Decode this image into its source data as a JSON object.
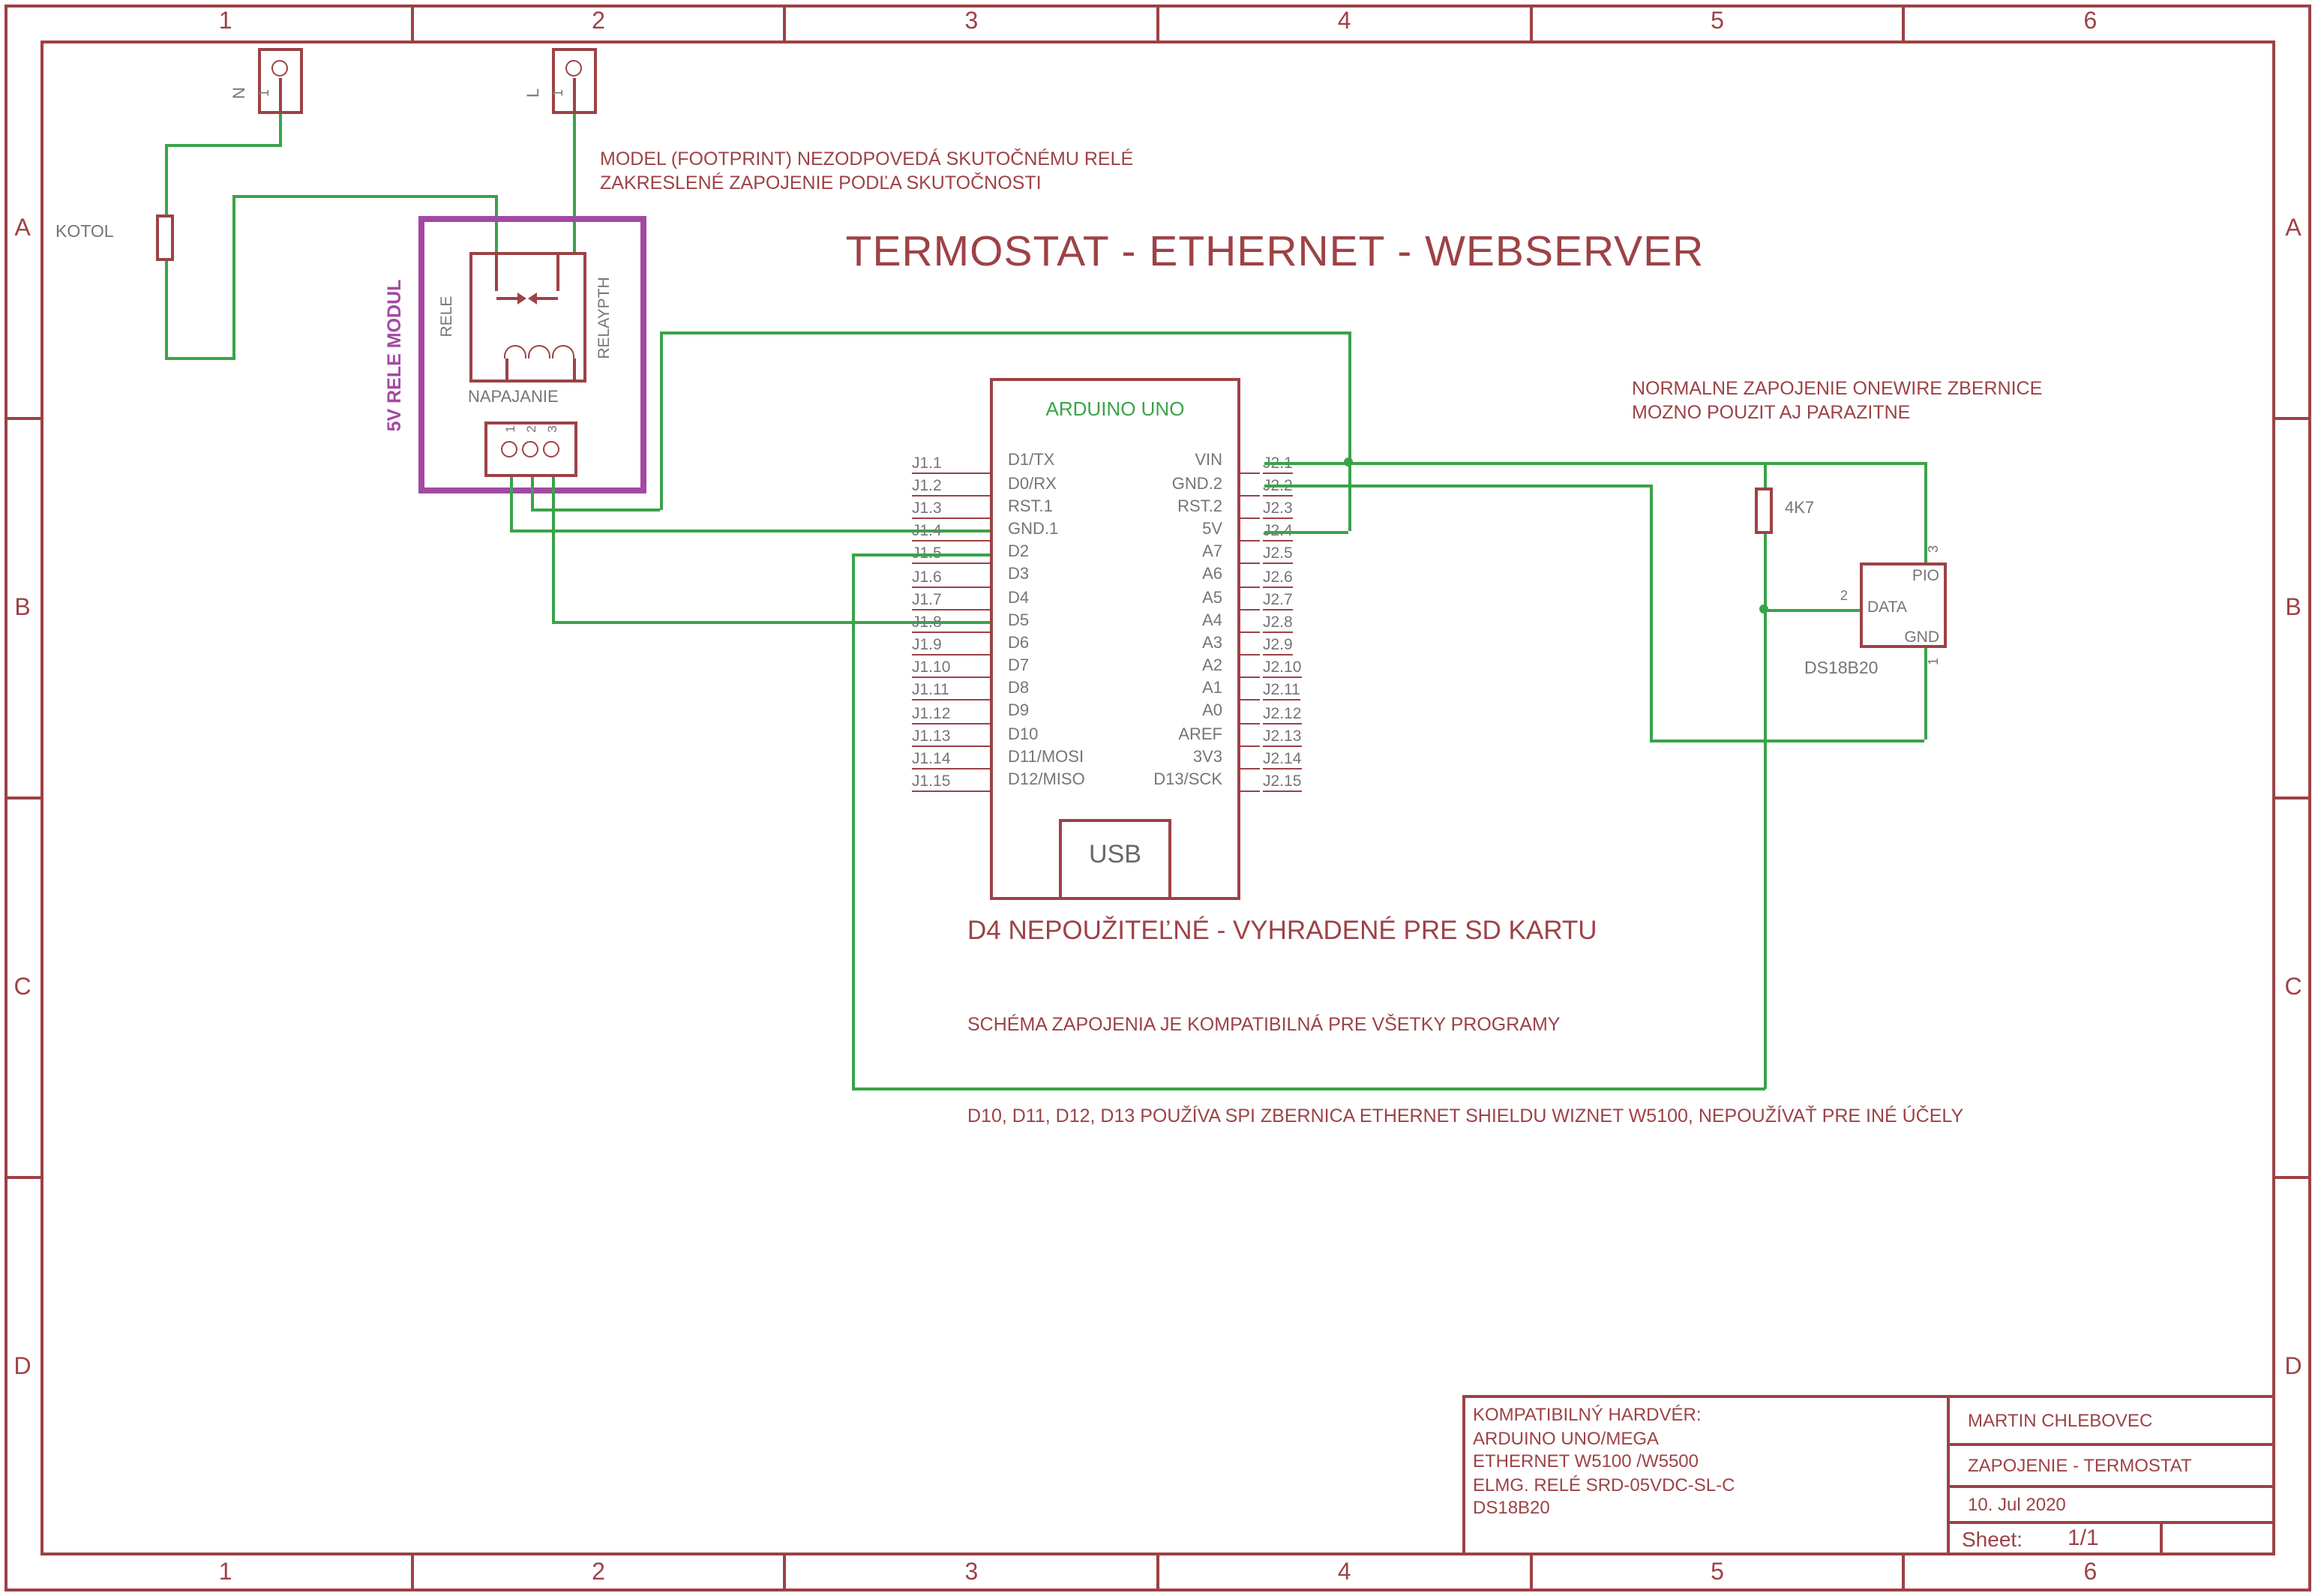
{
  "frame": {
    "columns": [
      "1",
      "2",
      "3",
      "4",
      "5",
      "6"
    ],
    "rows": [
      "A",
      "B",
      "C",
      "D"
    ]
  },
  "notes": {
    "model_note_line1": "MODEL (FOOTPRINT) NEZODPOVEDÁ SKUTOČNÉMU RELÉ",
    "model_note_line2": "ZAKRESLENÉ ZAPOJENIE PODĽA SKUTOČNOSTI",
    "title": "TERMOSTAT - ETHERNET - WEBSERVER",
    "onewire_line1": "NORMALNE ZAPOJENIE ONEWIRE ZBERNICE",
    "onewire_line2": "MOZNO POUZIT AJ PARAZITNE",
    "d4_note": "D4 NEPOUŽITEĽNÉ - VYHRADENÉ PRE SD KARTU",
    "compat_note": "SCHÉMA ZAPOJENIA JE KOMPATIBILNÁ PRE VŠETKY PROGRAMY",
    "spi_note": "D10, D11, D12, D13 POUŽÍVA SPI ZBERNICA ETHERNET SHIELDU WIZNET W5100, NEPOUŽÍVAŤ PRE INÉ ÚČELY"
  },
  "connectors": {
    "n_label": "N",
    "l_label": "L",
    "n_pin": "1",
    "l_pin": "1",
    "kotol_label": "KOTOL"
  },
  "relay_module": {
    "name": "5V RELE MODUL",
    "rele": "RELE",
    "relaypth": "RELAYPTH",
    "napajanie": "NAPAJANIE",
    "pins": [
      "1",
      "2",
      "3"
    ]
  },
  "arduino": {
    "name": "ARDUINO UNO",
    "usb": "USB",
    "left_pins": [
      {
        "conn": "J1.1",
        "name": "D1/TX"
      },
      {
        "conn": "J1.2",
        "name": "D0/RX"
      },
      {
        "conn": "J1.3",
        "name": "RST.1"
      },
      {
        "conn": "J1.4",
        "name": "GND.1"
      },
      {
        "conn": "J1.5",
        "name": "D2"
      },
      {
        "conn": "J1.6",
        "name": "D3"
      },
      {
        "conn": "J1.7",
        "name": "D4"
      },
      {
        "conn": "J1.8",
        "name": "D5"
      },
      {
        "conn": "J1.9",
        "name": "D6"
      },
      {
        "conn": "J1.10",
        "name": "D7"
      },
      {
        "conn": "J1.11",
        "name": "D8"
      },
      {
        "conn": "J1.12",
        "name": "D9"
      },
      {
        "conn": "J1.13",
        "name": "D10"
      },
      {
        "conn": "J1.14",
        "name": "D11/MOSI"
      },
      {
        "conn": "J1.15",
        "name": "D12/MISO"
      }
    ],
    "right_pins": [
      {
        "conn": "J2.1",
        "name": "VIN"
      },
      {
        "conn": "J2.2",
        "name": "GND.2"
      },
      {
        "conn": "J2.3",
        "name": "RST.2"
      },
      {
        "conn": "J2.4",
        "name": "5V"
      },
      {
        "conn": "J2.5",
        "name": "A7"
      },
      {
        "conn": "J2.6",
        "name": "A6"
      },
      {
        "conn": "J2.7",
        "name": "A5"
      },
      {
        "conn": "J2.8",
        "name": "A4"
      },
      {
        "conn": "J2.9",
        "name": "A3"
      },
      {
        "conn": "J2.10",
        "name": "A2"
      },
      {
        "conn": "J2.11",
        "name": "A1"
      },
      {
        "conn": "J2.12",
        "name": "A0"
      },
      {
        "conn": "J2.13",
        "name": "AREF"
      },
      {
        "conn": "J2.14",
        "name": "3V3"
      },
      {
        "conn": "J2.15",
        "name": "D13/SCK"
      }
    ]
  },
  "ds18b20": {
    "name": "DS18B20",
    "pin_pio": "PIO",
    "pin_data": "DATA",
    "pin_gnd": "GND",
    "num_pio": "3",
    "num_data": "2",
    "num_gnd": "1"
  },
  "resistor": {
    "value": "4K7"
  },
  "titleblock": {
    "left_lines": [
      "KOMPATIBILNÝ HARDVÉR:",
      "ARDUINO UNO/MEGA",
      "ETHERNET W5100 /W5500",
      "ELMG. RELÉ SRD-05VDC-SL-C",
      "DS18B20"
    ],
    "author": "MARTIN CHLEBOVEC",
    "doc_title": "ZAPOJENIE - TERMOSTAT",
    "date": "10. Jul 2020",
    "sheet_label": "Sheet:",
    "sheet_value": "1/1"
  },
  "colors": {
    "frame_red": "#9d4246",
    "net_green": "#3aa34a",
    "module_purple": "#a349a4",
    "label_gray": "#757575"
  }
}
